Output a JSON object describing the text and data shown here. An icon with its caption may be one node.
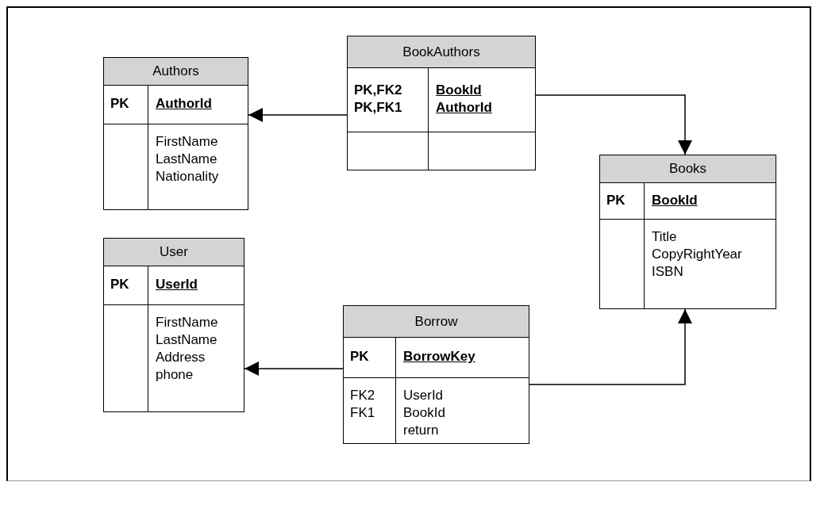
{
  "diagram": {
    "nodes": [
      {
        "text": [
          "BookAuthors",
          "PK,FK2",
          "PK,FK1",
          "BookId",
          "AuthorId"
        ]
      },
      {
        "text": [
          "Authors",
          "PK",
          "AuthorId",
          "FirstName",
          "LastName",
          "Nationality"
        ]
      },
      {
        "text": [
          "Books",
          "PK",
          "BookId",
          "Title",
          "CopyRightYear",
          "ISBN"
        ]
      },
      {
        "text": [
          "User",
          "PK",
          "UserId",
          "FirstName",
          "LastName",
          "Address",
          "phone"
        ]
      },
      {
        "text": [
          "Borrow",
          "PK",
          "BorrowKey",
          "FK2",
          "FK1",
          "UserId",
          "BookId",
          "return"
        ]
      }
    ],
    "edges": [
      {
        "from": 0,
        "to": 1,
        "arrow": "to"
      },
      {
        "from": 0,
        "to": 2,
        "arrow": "to"
      },
      {
        "from": 4,
        "to": 3,
        "arrow": "to"
      },
      {
        "from": 4,
        "to": 2,
        "arrow": "to"
      }
    ]
  }
}
